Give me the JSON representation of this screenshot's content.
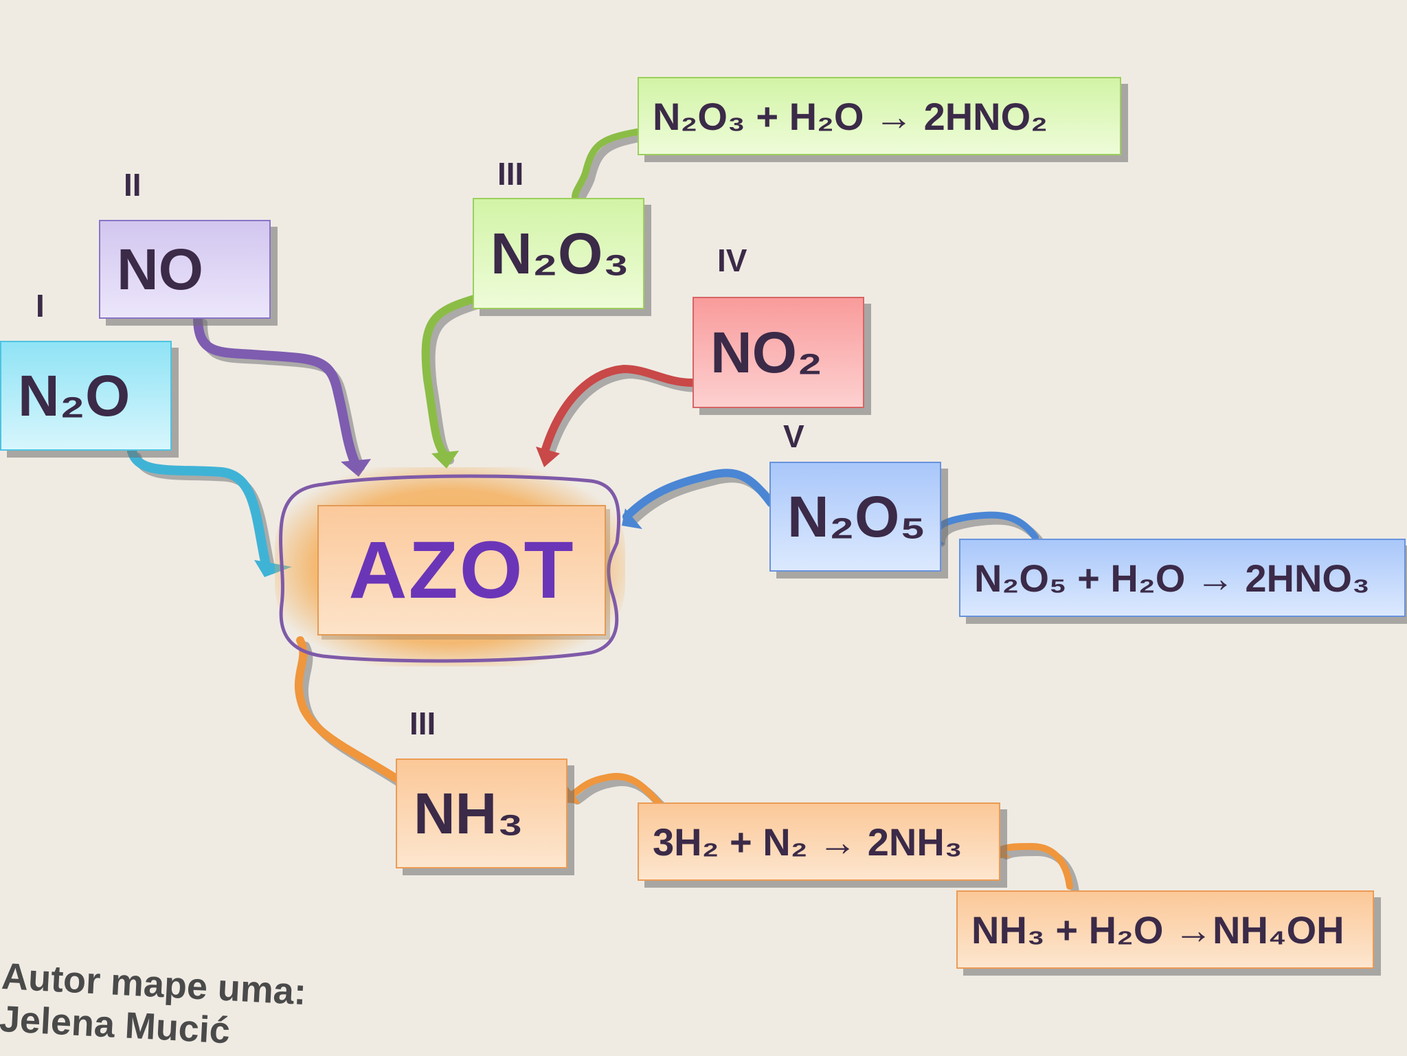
{
  "center": {
    "label": "AZOT"
  },
  "oxides": {
    "n2o": {
      "roman": "I",
      "label": "N₂O"
    },
    "no": {
      "roman": "II",
      "label": "NO"
    },
    "n2o3": {
      "roman": "III",
      "label": "N₂O₃"
    },
    "no2": {
      "roman": "IV",
      "label": "NO₂"
    },
    "n2o5": {
      "roman": "V",
      "label": "N₂O₅"
    },
    "nh3": {
      "roman": "III",
      "label": "NH₃"
    }
  },
  "reactions": {
    "n2o3_water": "N₂O₃ + H₂O → 2HNO₂",
    "n2o5_water": "N₂O₅ + H₂O → 2HNO₃",
    "nh3_synthesis": "3H₂ + N₂ → 2NH₃",
    "nh3_water": "NH₃ + H₂O →NH₄OH"
  },
  "author": {
    "line1": "Autor mape uma:",
    "line2": "Jelena Mucić"
  },
  "colors": {
    "background": "#efebe3",
    "text": "#3b2a48",
    "azot_text": "#6b35b8",
    "link_violet": "#7e5cb0",
    "link_cyan": "#3fb3d6",
    "link_green": "#8bbd46",
    "link_red": "#c94848",
    "link_blue": "#4a86d4",
    "link_orange": "#f0963c"
  }
}
